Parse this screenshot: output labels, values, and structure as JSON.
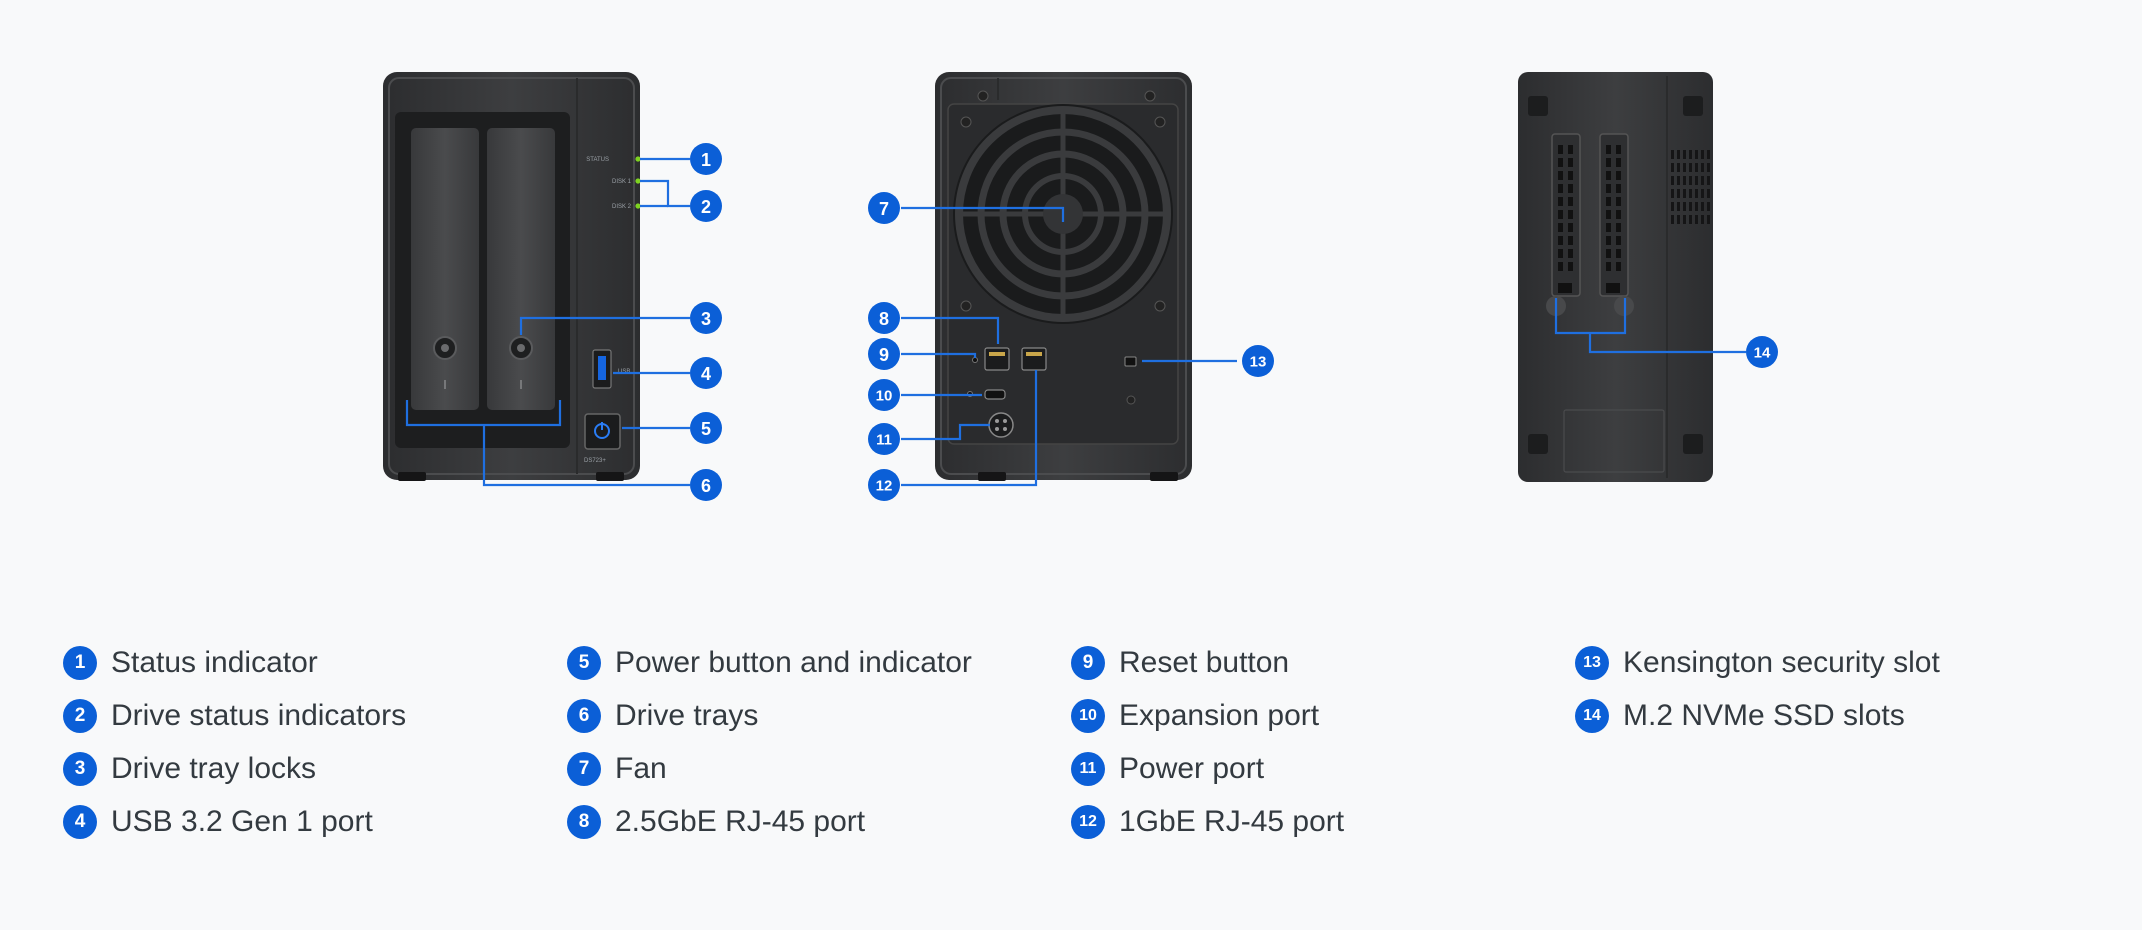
{
  "device_labels": {
    "status": "STATUS",
    "disk1": "DISK 1",
    "disk2": "DISK 2",
    "usb": "USB",
    "model": "DS723+"
  },
  "callouts": [
    "1",
    "2",
    "3",
    "4",
    "5",
    "6",
    "7",
    "8",
    "9",
    "10",
    "11",
    "12",
    "13",
    "14"
  ],
  "legend": [
    {
      "num": "1",
      "label": "Status indicator"
    },
    {
      "num": "2",
      "label": "Drive status indicators"
    },
    {
      "num": "3",
      "label": "Drive tray locks"
    },
    {
      "num": "4",
      "label": "USB 3.2 Gen 1 port"
    },
    {
      "num": "5",
      "label": "Power button and indicator"
    },
    {
      "num": "6",
      "label": "Drive trays"
    },
    {
      "num": "7",
      "label": "Fan"
    },
    {
      "num": "8",
      "label": "2.5GbE RJ-45 port"
    },
    {
      "num": "9",
      "label": "Reset button"
    },
    {
      "num": "10",
      "label": "Expansion port"
    },
    {
      "num": "11",
      "label": "Power port"
    },
    {
      "num": "12",
      "label": "1GbE RJ-45 port"
    },
    {
      "num": "13",
      "label": "Kensington security slot"
    },
    {
      "num": "14",
      "label": "M.2 NVMe SSD slots"
    }
  ],
  "colors": {
    "accent": "#0b5fd7",
    "device": "#3a3b3d",
    "background": "#f8f9fa"
  }
}
